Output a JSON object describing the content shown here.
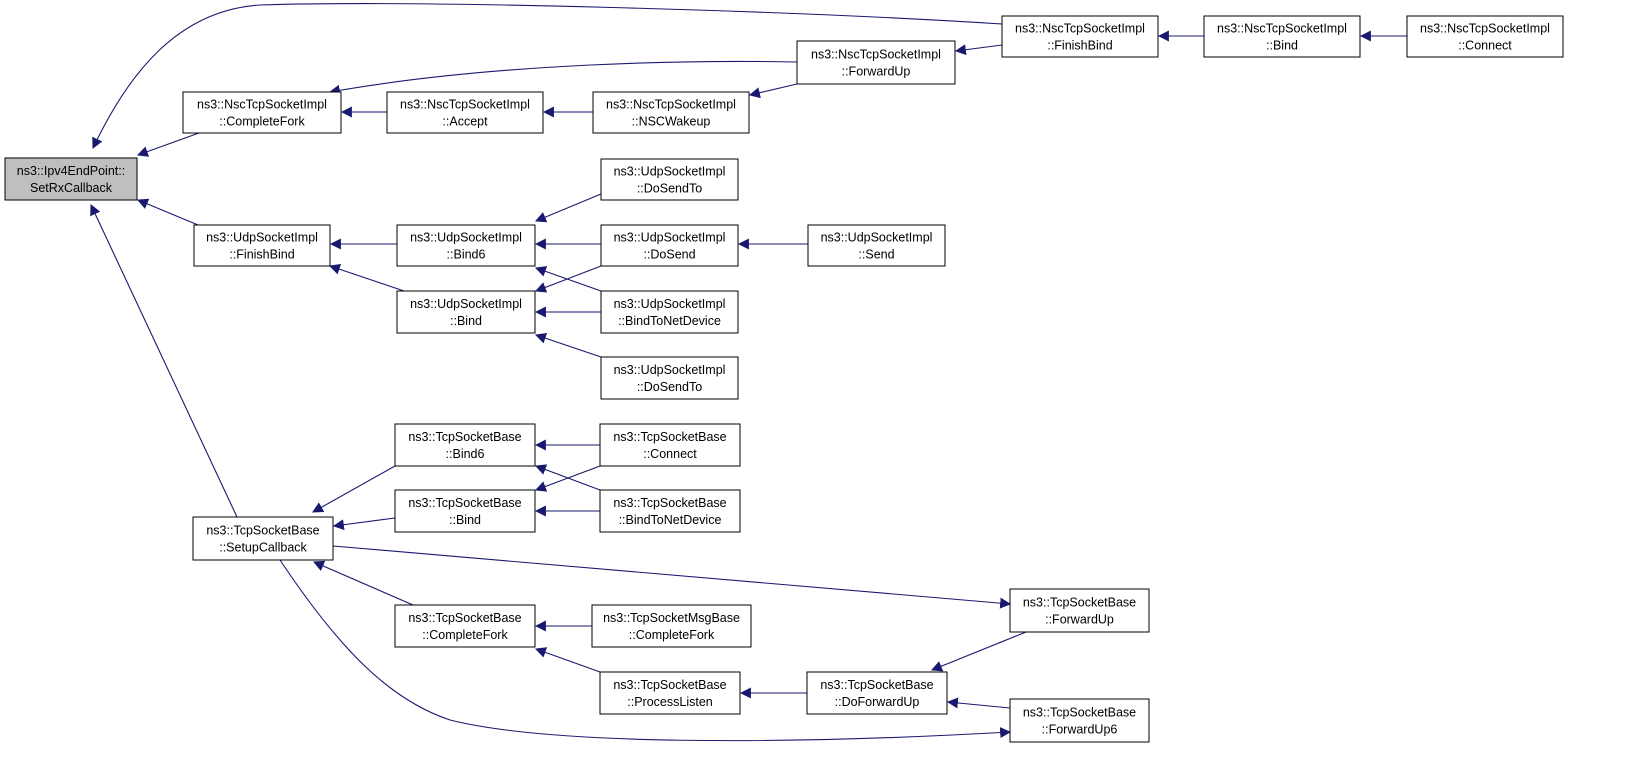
{
  "graph": {
    "colors": {
      "edge": "#191970",
      "node_fill": "#ffffff",
      "node_border": "#000000",
      "root_fill": "#bfbfbf"
    },
    "nodes": [
      {
        "id": "root",
        "lines": [
          "ns3::Ipv4EndPoint::",
          "SetRxCallback"
        ],
        "highlighted": true
      },
      {
        "id": "n1",
        "lines": [
          "ns3::NscTcpSocketImpl",
          "::CompleteFork"
        ]
      },
      {
        "id": "n2",
        "lines": [
          "ns3::NscTcpSocketImpl",
          "::Accept"
        ]
      },
      {
        "id": "n3",
        "lines": [
          "ns3::NscTcpSocketImpl",
          "::NSCWakeup"
        ]
      },
      {
        "id": "n4",
        "lines": [
          "ns3::NscTcpSocketImpl",
          "::ForwardUp"
        ]
      },
      {
        "id": "n5",
        "lines": [
          "ns3::NscTcpSocketImpl",
          "::FinishBind"
        ]
      },
      {
        "id": "n6",
        "lines": [
          "ns3::NscTcpSocketImpl",
          "::Bind"
        ]
      },
      {
        "id": "n7",
        "lines": [
          "ns3::NscTcpSocketImpl",
          "::Connect"
        ]
      },
      {
        "id": "u1",
        "lines": [
          "ns3::UdpSocketImpl",
          "::FinishBind"
        ]
      },
      {
        "id": "u2",
        "lines": [
          "ns3::UdpSocketImpl",
          "::Bind6"
        ]
      },
      {
        "id": "u3",
        "lines": [
          "ns3::UdpSocketImpl",
          "::Bind"
        ]
      },
      {
        "id": "u4",
        "lines": [
          "ns3::UdpSocketImpl",
          "::DoSendTo"
        ]
      },
      {
        "id": "u5",
        "lines": [
          "ns3::UdpSocketImpl",
          "::DoSend"
        ]
      },
      {
        "id": "u6",
        "lines": [
          "ns3::UdpSocketImpl",
          "::BindToNetDevice"
        ]
      },
      {
        "id": "u7",
        "lines": [
          "ns3::UdpSocketImpl",
          "::DoSendTo"
        ]
      },
      {
        "id": "u8",
        "lines": [
          "ns3::UdpSocketImpl",
          "::Send"
        ]
      },
      {
        "id": "t1",
        "lines": [
          "ns3::TcpSocketBase",
          "::SetupCallback"
        ]
      },
      {
        "id": "t2",
        "lines": [
          "ns3::TcpSocketBase",
          "::Bind6"
        ]
      },
      {
        "id": "t3",
        "lines": [
          "ns3::TcpSocketBase",
          "::Bind"
        ]
      },
      {
        "id": "t4",
        "lines": [
          "ns3::TcpSocketBase",
          "::Connect"
        ]
      },
      {
        "id": "t5",
        "lines": [
          "ns3::TcpSocketBase",
          "::BindToNetDevice"
        ]
      },
      {
        "id": "t6",
        "lines": [
          "ns3::TcpSocketBase",
          "::CompleteFork"
        ]
      },
      {
        "id": "t7",
        "lines": [
          "ns3::TcpSocketMsgBase",
          "::CompleteFork"
        ]
      },
      {
        "id": "t8",
        "lines": [
          "ns3::TcpSocketBase",
          "::ProcessListen"
        ]
      },
      {
        "id": "t9",
        "lines": [
          "ns3::TcpSocketBase",
          "::DoForwardUp"
        ]
      },
      {
        "id": "t10",
        "lines": [
          "ns3::TcpSocketBase",
          "::ForwardUp"
        ]
      },
      {
        "id": "t11",
        "lines": [
          "ns3::TcpSocketBase",
          "::ForwardUp6"
        ]
      }
    ],
    "edges": [
      {
        "from": "n1",
        "to": "root"
      },
      {
        "from": "n5",
        "to": "root"
      },
      {
        "from": "u1",
        "to": "root"
      },
      {
        "from": "t1",
        "to": "root"
      },
      {
        "from": "n2",
        "to": "n1"
      },
      {
        "from": "n4",
        "to": "n1"
      },
      {
        "from": "n3",
        "to": "n2"
      },
      {
        "from": "n5",
        "to": "n4"
      },
      {
        "from": "n3",
        "to": "n4"
      },
      {
        "from": "n6",
        "to": "n5"
      },
      {
        "from": "n7",
        "to": "n6"
      },
      {
        "from": "u2",
        "to": "u1"
      },
      {
        "from": "u3",
        "to": "u1"
      },
      {
        "from": "u4",
        "to": "u2"
      },
      {
        "from": "u5",
        "to": "u2"
      },
      {
        "from": "u6",
        "to": "u2"
      },
      {
        "from": "u5",
        "to": "u3"
      },
      {
        "from": "u6",
        "to": "u3"
      },
      {
        "from": "u7",
        "to": "u3"
      },
      {
        "from": "u8",
        "to": "u5"
      },
      {
        "from": "t2",
        "to": "t1"
      },
      {
        "from": "t3",
        "to": "t1"
      },
      {
        "from": "t6",
        "to": "t1"
      },
      {
        "from": "t1",
        "to": "t10"
      },
      {
        "from": "t1",
        "to": "t11"
      },
      {
        "from": "t4",
        "to": "t2"
      },
      {
        "from": "t5",
        "to": "t2"
      },
      {
        "from": "t4",
        "to": "t3"
      },
      {
        "from": "t5",
        "to": "t3"
      },
      {
        "from": "t7",
        "to": "t6"
      },
      {
        "from": "t8",
        "to": "t6"
      },
      {
        "from": "t9",
        "to": "t8"
      },
      {
        "from": "t10",
        "to": "t9"
      },
      {
        "from": "t11",
        "to": "t9"
      }
    ]
  }
}
